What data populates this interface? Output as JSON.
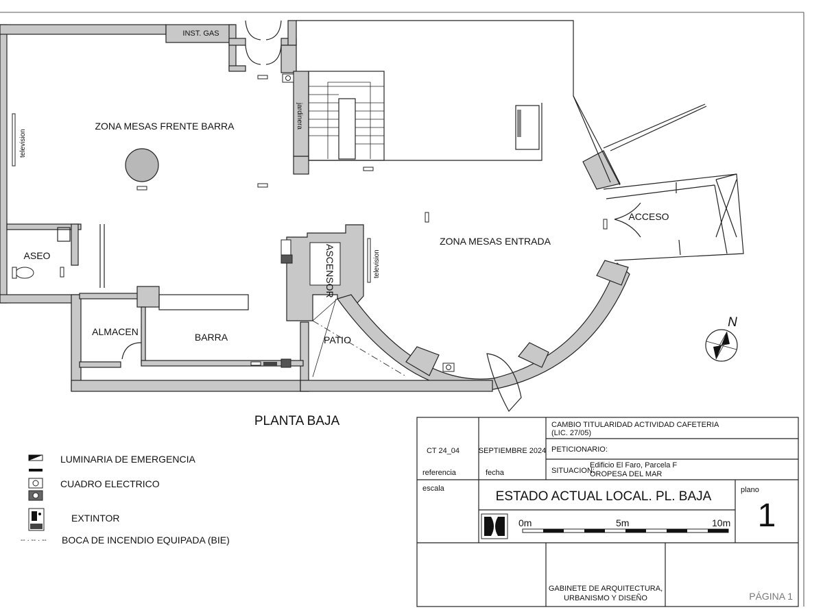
{
  "plan_title": "PLANTA BAJA",
  "rooms": {
    "zona_barra": "ZONA MESAS FRENTE BARRA",
    "zona_entrada": "ZONA MESAS ENTRADA",
    "acceso": "ACCESO",
    "aseo": "ASEO",
    "almacen": "ALMACEN",
    "barra": "BARRA",
    "patio": "PATIO",
    "ascensor": "ASCENSOR",
    "inst_gas": "INST. GAS",
    "jardinera": "jardinera",
    "television_1": "television",
    "television_2": "television"
  },
  "north_label": "N",
  "legend": {
    "emergencia": "LUMINARIA DE EMERGENCIA",
    "cuadro": "CUADRO ELECTRICO",
    "extintor": "EXTINTOR",
    "bie_prefix": "-- · -- · --",
    "bie": "BOCA DE INCENDIO EQUIPADA (BIE)"
  },
  "title_block": {
    "referencia_value": "CT 24_04",
    "referencia_label": "referencia",
    "fecha_value": "SEPTIEMBRE 2024",
    "fecha_label": "fecha",
    "proyecto_line1": "CAMBIO TITULARIDAD ACTIVIDAD CAFETERIA",
    "proyecto_line2": "(LIC. 27/05)",
    "peticionario": "PETICIONARIO:",
    "situacion_label": "SITUACION:",
    "situacion_line1": "Edificio El Faro, Parcela F",
    "situacion_line2": "OROPESA DEL MAR",
    "escala_label": "escala",
    "plano_title": "ESTADO ACTUAL LOCAL. PL. BAJA",
    "plano_label": "plano",
    "plano_number": "1",
    "scale_0": "0m",
    "scale_5": "5m",
    "scale_10": "10m",
    "gabinete_line1": "GABINETE DE ARQUITECTURA,",
    "gabinete_line2": "URBANISMO Y DISEÑO",
    "pagina": "PÁGINA 1"
  },
  "icons": [
    "emergency-light-icon",
    "electric-panel-icon",
    "extinguisher-icon",
    "north-arrow-icon",
    "logo-icon"
  ]
}
